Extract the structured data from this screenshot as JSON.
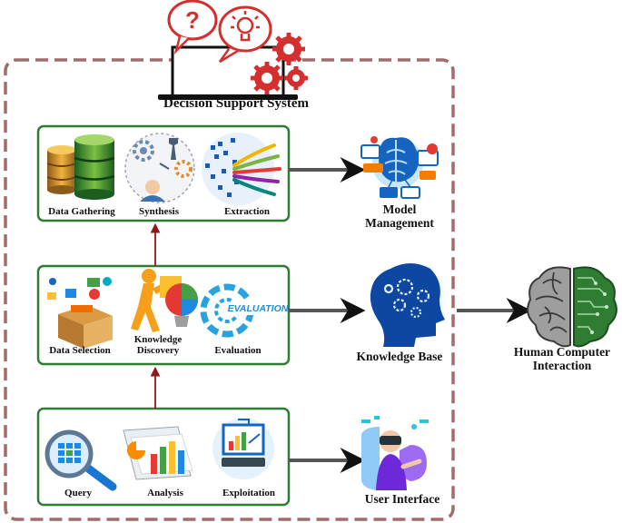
{
  "system_title": "Decision Support System",
  "panels": [
    {
      "items": [
        "Data Gathering",
        "Synthesis",
        "Extraction"
      ]
    },
    {
      "items": [
        "Data Selection",
        "Knowledge Discovery",
        "Evaluation"
      ],
      "badge": "EVALUATION"
    },
    {
      "items": [
        "Query",
        "Analysis",
        "Exploitation"
      ]
    }
  ],
  "outputs": {
    "model_management": "Model Management",
    "knowledge_base": "Knowledge Base",
    "user_interface": "User Interface",
    "human_computer_interaction": "Human Computer Interaction"
  },
  "colors": {
    "panel_border": "#2e7d32",
    "dashed_border": "#a46b6b",
    "link_arrow": "#8b1a1a",
    "flow_arrow": "#555555",
    "icon_red": "#d32f2f",
    "icon_blue": "#1565c0",
    "icon_green": "#43a047"
  }
}
